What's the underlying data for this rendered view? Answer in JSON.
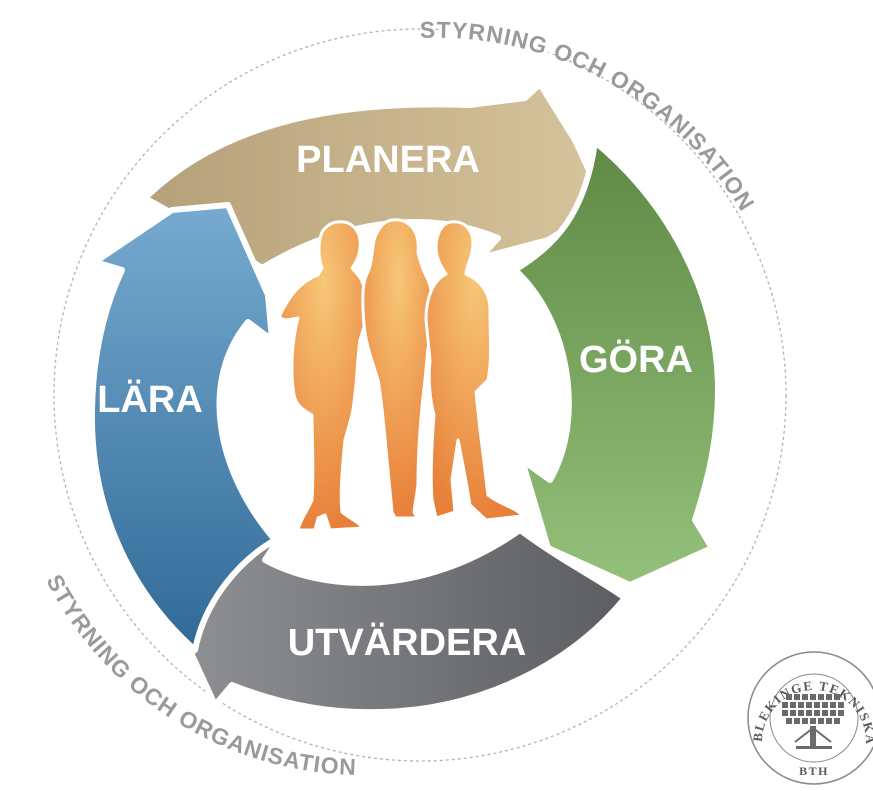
{
  "cycle": {
    "steps": [
      {
        "label": "PLANERA",
        "color": "#c2ae86"
      },
      {
        "label": "GÖRA",
        "color": "#77a05c"
      },
      {
        "label": "UTVÄRDERA",
        "color": "#77797d"
      },
      {
        "label": "LÄRA",
        "color": "#4e86b0"
      }
    ],
    "people_color": "#ea9446"
  },
  "outer_ring": {
    "label_top": "STYRNING OCH ORGANISATION",
    "label_bottom": "STYRNING OCH ORGANISATION"
  },
  "logo": {
    "ring_text": "BLEKINGE TEKNISKA HÖGSKOLA",
    "short_text": "BTH"
  }
}
